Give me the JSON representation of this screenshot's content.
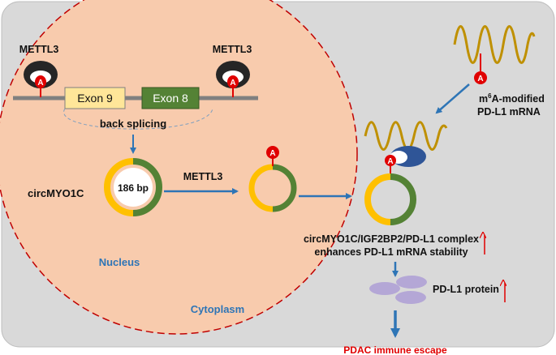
{
  "labels": {
    "methyltransferase_left": "METTL3",
    "methyltransferase_right": "METTL3",
    "exon_left": "Exon 9",
    "exon_right": "Exon 8",
    "back_splicing": "back splicing",
    "circ_name": "circMYO1C",
    "circ_length": "186 bp",
    "methylation_step": "METTL3",
    "mod_base": "A",
    "mrna_line1_sup": "6",
    "mrna_line1_prefix": "m",
    "mrna_line1_rest": "A-modified",
    "mrna_line2": "PD-L1 mRNA",
    "complex_line1": "circMYO1C/IGF2BP2/PD-L1 complex",
    "complex_line2": "enhances PD-L1 mRNA stability",
    "protein": "PD-L1 protein",
    "nucleus": "Nucleus",
    "cytoplasm": "Cytoplasm",
    "outcome": "PDAC immune escape"
  },
  "colors": {
    "cell_fill": "#d9d9d9",
    "nucleus_fill": "#f8cbad",
    "nucleus_border": "#c00000",
    "exon9": "#ffe699",
    "exon8": "#548235",
    "circ_yellow": "#ffc000",
    "circ_green": "#548235",
    "arrow_blue": "#2e75b6",
    "m6a_red": "#e00000",
    "mrna_gold": "#bf9000",
    "igf2bp2": "#2f5597",
    "protein": "#b4a7d6",
    "outcome_red": "#e00000"
  }
}
